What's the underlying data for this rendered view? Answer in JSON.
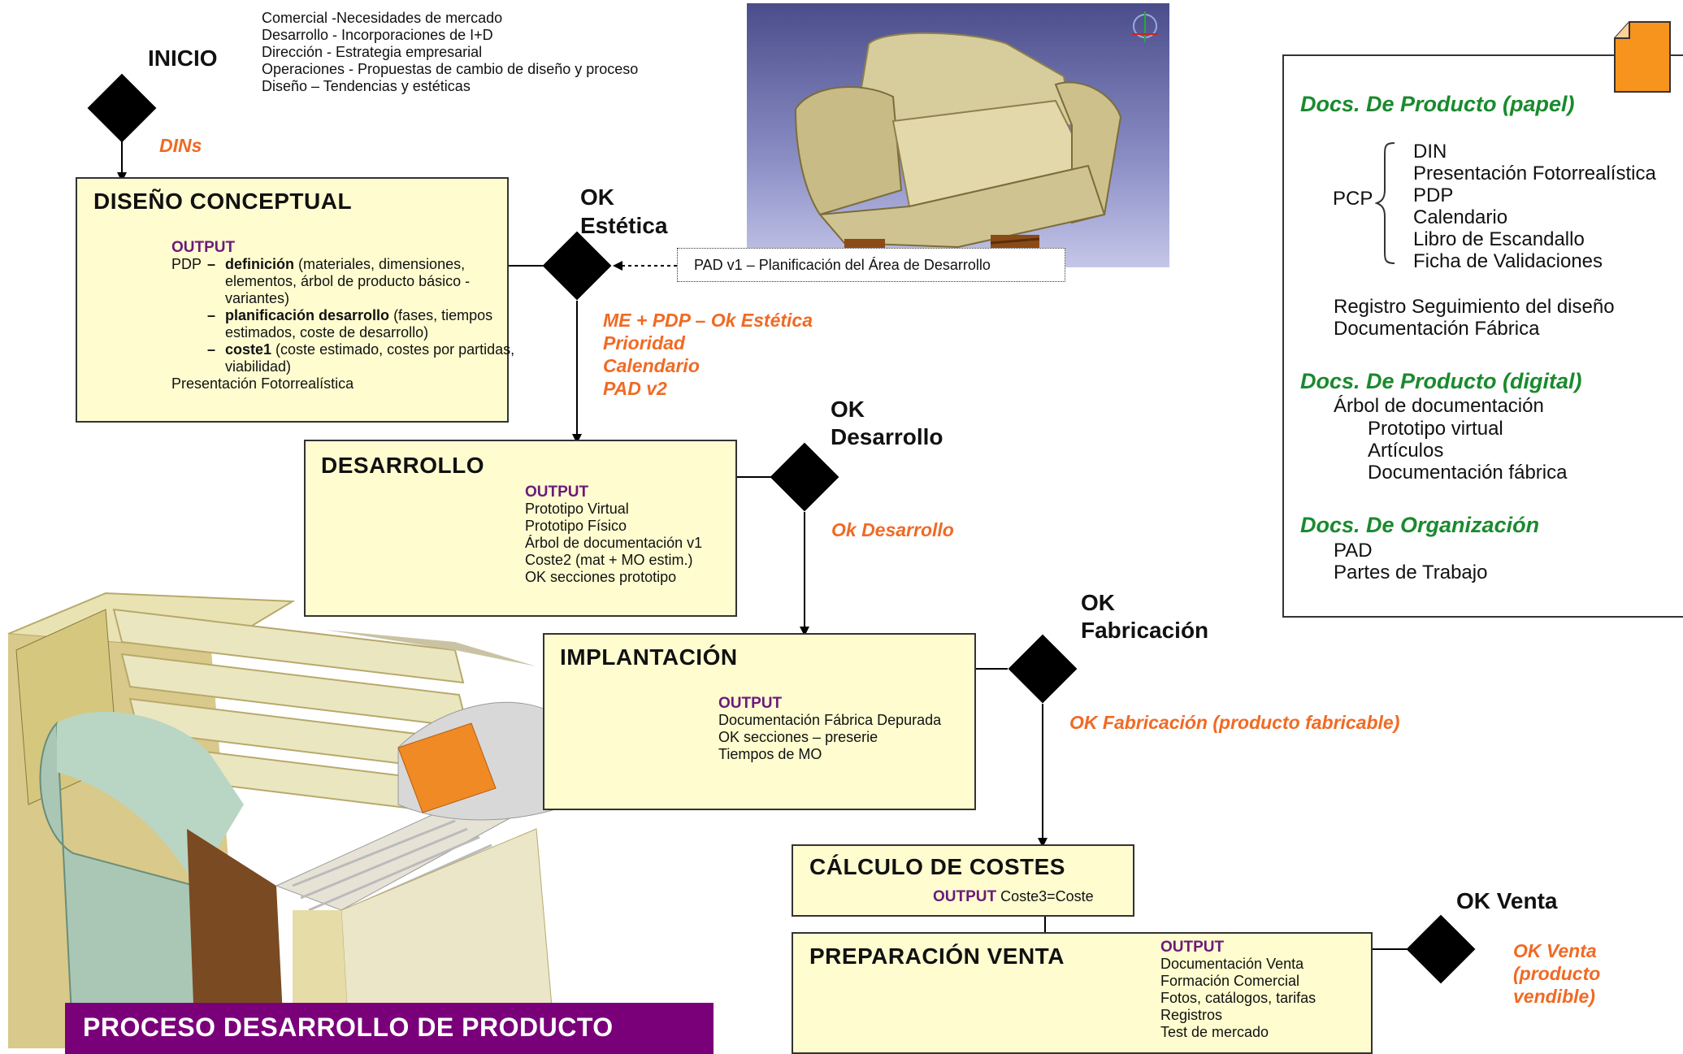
{
  "start": {
    "label": "INICIO",
    "dins": "DINs",
    "inputs": [
      "Comercial -Necesidades de mercado",
      "Desarrollo - Incorporaciones de I+D",
      "Dirección - Estrategia empresarial",
      "Operaciones - Propuestas de cambio de diseño y proceso",
      "Diseño – Tendencias y estéticas"
    ]
  },
  "output_label": "OUTPUT",
  "diseno": {
    "title": "DISEÑO CONCEPTUAL",
    "pdp": "PDP",
    "items": [
      {
        "bold": "definición",
        "rest": " (materiales, dimensiones, elementos, árbol de producto básico - variantes)"
      },
      {
        "bold": "planificación desarrollo",
        "rest": " (fases, tiempos estimados, coste de desarrollo)"
      },
      {
        "bold": "coste1",
        "rest": " (coste estimado, costes por partidas, viabilidad)"
      }
    ],
    "extra": "Presentación Fotorrealística"
  },
  "ok_estetica": {
    "label_1": "OK",
    "label_2": "Estética",
    "pad_note": "PAD v1 – Planificación del Área de Desarrollo",
    "results": [
      "ME + PDP – Ok Estética",
      "Prioridad",
      "Calendario",
      "PAD v2"
    ]
  },
  "desarrollo": {
    "title": "DESARROLLO",
    "outputs": [
      "Prototipo Virtual",
      "Prototipo Físico",
      "Árbol de documentación v1",
      "Coste2 (mat + MO estim.)",
      "OK secciones prototipo"
    ]
  },
  "ok_desarrollo": {
    "label_1": "OK",
    "label_2": "Desarrollo",
    "result": "Ok Desarrollo"
  },
  "implantacion": {
    "title": "IMPLANTACIÓN",
    "outputs": [
      "Documentación Fábrica Depurada",
      "OK secciones – preserie",
      "Tiempos de MO"
    ]
  },
  "ok_fabricacion": {
    "label_1": "OK",
    "label_2": "Fabricación",
    "result": "OK Fabricación (producto fabricable)"
  },
  "costes": {
    "title": "CÁLCULO DE COSTES",
    "output_value": "Coste3=Coste"
  },
  "venta": {
    "title": "PREPARACIÓN VENTA",
    "outputs": [
      "Documentación Venta",
      "Formación Comercial",
      "Fotos, catálogos, tarifas",
      "Registros",
      "Test de mercado"
    ]
  },
  "ok_venta": {
    "label": "OK Venta",
    "result": [
      "OK Venta",
      "(producto",
      "vendible)"
    ]
  },
  "banner": "PROCESO DESARROLLO DE PRODUCTO",
  "docs": {
    "papel_title": "Docs. De Producto (papel)",
    "pcp": "PCP",
    "pcp_items": [
      "DIN",
      "Presentación Fotorrealística",
      "PDP",
      "Calendario",
      "Libro de Escandallo",
      "Ficha de Validaciones"
    ],
    "papel_extra": [
      "Registro Seguimiento del diseño",
      "Documentación Fábrica"
    ],
    "digital_title": "Docs. De Producto (digital)",
    "digital_root": "Árbol de documentación",
    "digital_items": [
      "Prototipo virtual",
      "Artículos",
      "Documentación fábrica"
    ],
    "org_title": "Docs. De Organización",
    "org_items": [
      "PAD",
      "Partes de Trabajo"
    ]
  },
  "colors": {
    "box_fill": "#fffdd0",
    "orange_text": "#f06a24",
    "green_text": "#1a8a2e",
    "banner_bg": "#7a007a",
    "output_label": "#6b1a7a"
  },
  "icons": [
    "diamond-decision-icon",
    "sofa-render",
    "sofa-cutaway-render",
    "document-icon"
  ]
}
